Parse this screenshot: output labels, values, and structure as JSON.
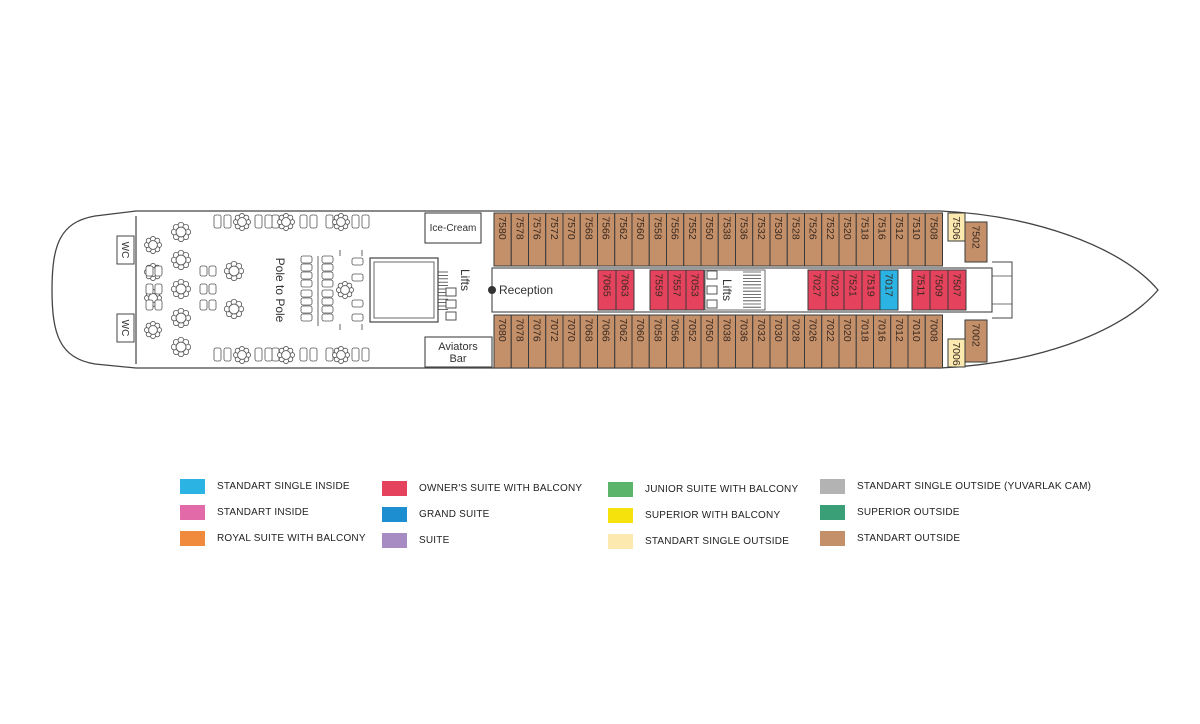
{
  "deck_plan": {
    "areas": {
      "ice_cream": "Ice-Cream",
      "lifts": "Lifts",
      "pole_to_pole": "Pole to Pole",
      "reception": "Reception",
      "aviators_bar_line1": "Aviators",
      "aviators_bar_line2": "Bar",
      "wc": "WC"
    },
    "cabins_top": [
      "7580",
      "7578",
      "7576",
      "7572",
      "7570",
      "7568",
      "7566",
      "7562",
      "7560",
      "7558",
      "7556",
      "7552",
      "7550",
      "7538",
      "7536",
      "7532",
      "7530",
      "7528",
      "7526",
      "7522",
      "7520",
      "7518",
      "7516",
      "7512",
      "7510",
      "7508"
    ],
    "cabins_bottom": [
      "7080",
      "7078",
      "7076",
      "7072",
      "7070",
      "7068",
      "7066",
      "7062",
      "7060",
      "7058",
      "7056",
      "7052",
      "7050",
      "7038",
      "7036",
      "7032",
      "7030",
      "7028",
      "7026",
      "7022",
      "7020",
      "7018",
      "7016",
      "7012",
      "7010",
      "7008"
    ],
    "inner_group_1": [
      "7065",
      "7063"
    ],
    "inner_group_2": [
      "7559",
      "7557",
      "7053"
    ],
    "inner_group_3_red": [
      "7027",
      "7023",
      "7521",
      "7519"
    ],
    "inner_group_3_blue": [
      "7017"
    ],
    "inner_group_4": [
      "7511",
      "7509",
      "7507"
    ],
    "bow_top_yellow": "7506",
    "bow_top_brown": "7502",
    "bow_bottom_yellow": "7006",
    "bow_bottom_brown": "7002"
  },
  "colors": {
    "standart_outside": "#c4906a",
    "owners_suite": "#e5435d",
    "standart_single_inside": "#2bb3e4",
    "standart_single_outside": "#fbe9b0",
    "outline": "#444444"
  },
  "legend": [
    {
      "label": "STANDART SINGLE INSIDE",
      "color": "#2bb3e4"
    },
    {
      "label": "STANDART INSIDE",
      "color": "#e26aa8"
    },
    {
      "label": "ROYAL SUITE WITH BALCONY",
      "color": "#f08a3c"
    },
    {
      "label": "OWNER'S SUITE WITH BALCONY",
      "color": "#e5435d"
    },
    {
      "label": "GRAND SUITE",
      "color": "#1d8fd0"
    },
    {
      "label": "SUITE",
      "color": "#a78cc4"
    },
    {
      "label": "JUNIOR SUITE WITH BALCONY",
      "color": "#5cb46a"
    },
    {
      "label": "SUPERIOR WITH BALCONY",
      "color": "#f5e20d"
    },
    {
      "label": "STANDART SINGLE OUTSIDE",
      "color": "#fbe9b0"
    },
    {
      "label": "STANDART SINGLE OUTSIDE (YUVARLAK CAM)",
      "color": "#b3b3b3"
    },
    {
      "label": "SUPERIOR OUTSIDE",
      "color": "#3a9e76"
    },
    {
      "label": "STANDART OUTSIDE",
      "color": "#c4906a"
    }
  ]
}
